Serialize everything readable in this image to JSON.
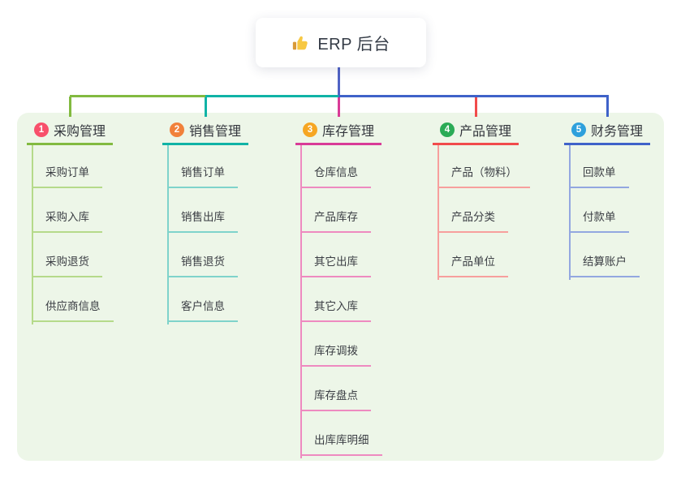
{
  "root": {
    "title": "ERP 后台",
    "icon": "thumbs-up",
    "line_color": "#5063c5"
  },
  "panel": {
    "bg": "#edf6e8"
  },
  "branches": [
    {
      "number": "1",
      "title": "采购管理",
      "badge_color": "#f8506b",
      "color": "#82ba40",
      "light_color": "#b5da8a",
      "items": [
        "采购订单",
        "采购入库",
        "采购退货",
        "供应商信息"
      ]
    },
    {
      "number": "2",
      "title": "销售管理",
      "badge_color": "#f1813b",
      "color": "#10b3a6",
      "light_color": "#7fd3cb",
      "items": [
        "销售订单",
        "销售出库",
        "销售退货",
        "客户信息"
      ]
    },
    {
      "number": "3",
      "title": "库存管理",
      "badge_color": "#f6a623",
      "color": "#d93b97",
      "light_color": "#ee8ac0",
      "items": [
        "仓库信息",
        "产品库存",
        "其它出库",
        "其它入库",
        "库存调拨",
        "库存盘点",
        "出库库明细"
      ]
    },
    {
      "number": "4",
      "title": "产品管理",
      "badge_color": "#2bab56",
      "color": "#f14b4b",
      "light_color": "#f79f9d",
      "items": [
        "产品（物料）",
        "产品分类",
        "产品单位"
      ]
    },
    {
      "number": "5",
      "title": "财务管理",
      "badge_color": "#2ea0dc",
      "color": "#3f62c9",
      "light_color": "#93a7e0",
      "items": [
        "回款单",
        "付款单",
        "结算账户"
      ]
    }
  ]
}
